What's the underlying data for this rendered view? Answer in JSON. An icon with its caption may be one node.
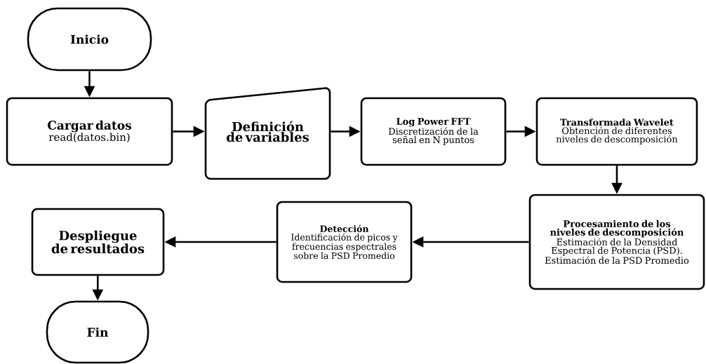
{
  "diagram": {
    "nodes": [
      {
        "text": [
          "Inicio"
        ]
      },
      {
        "text": [
          "Cargar datos",
          "read(datos.bin)"
        ]
      },
      {
        "text": [
          "Definición de variables"
        ]
      },
      {
        "text": [
          "Log Power FFT",
          "Discretización de la señal en N puntos"
        ]
      },
      {
        "text": [
          "Transformada Wavelet",
          "Obtención de diferentes niveles de descomposición"
        ]
      },
      {
        "text": [
          "Procesamiento de los niveles de descomposición",
          "Estimación de la Densidad Espectral de Potencia (PSD). Estimación de la PSD Promedio"
        ]
      },
      {
        "text": [
          "Detección",
          "Identificación de picos y frecuencias espectrales sobre la PSD Promedio"
        ]
      },
      {
        "text": [
          "Despliegue de resultados"
        ]
      },
      {
        "text": [
          "Fin"
        ]
      }
    ],
    "edges": [
      {
        "from": 0,
        "to": 1,
        "arrow": "to"
      },
      {
        "from": 1,
        "to": 2,
        "arrow": "to"
      },
      {
        "from": 2,
        "to": 3,
        "arrow": "to"
      },
      {
        "from": 3,
        "to": 4,
        "arrow": "to"
      },
      {
        "from": 4,
        "to": 5,
        "arrow": "to"
      },
      {
        "from": 5,
        "to": 6,
        "arrow": "to"
      },
      {
        "from": 6,
        "to": 7,
        "arrow": "to"
      },
      {
        "from": 7,
        "to": 8,
        "arrow": "to"
      }
    ]
  }
}
